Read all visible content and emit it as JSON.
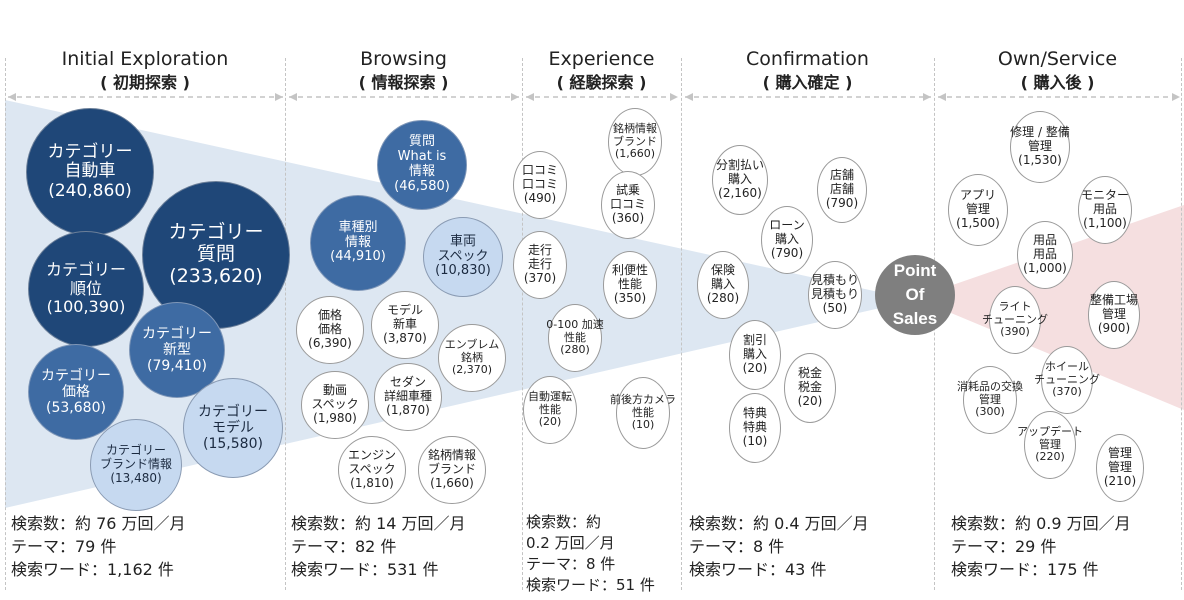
{
  "stages": [
    {
      "title": "Initial Exploration",
      "subtitle": "( 初期探索 )",
      "stats": [
        "検索数：約 76 万回／月",
        "テーマ：79 件",
        "検索ワード：1,162 件"
      ],
      "bubbles": [
        {
          "lines": [
            "カテゴリー",
            "自動車"
          ],
          "value": "(240,860)"
        },
        {
          "lines": [
            "カテゴリー",
            "質問"
          ],
          "value": "(233,620)"
        },
        {
          "lines": [
            "カテゴリー",
            "順位"
          ],
          "value": "(100,390)"
        },
        {
          "lines": [
            "カテゴリー",
            "新型"
          ],
          "value": "(79,410)"
        },
        {
          "lines": [
            "カテゴリー",
            "価格"
          ],
          "value": "(53,680)"
        },
        {
          "lines": [
            "カテゴリー",
            "モデル"
          ],
          "value": "(15,580)"
        },
        {
          "lines": [
            "カテゴリー",
            "ブランド情報"
          ],
          "value": "(13,480)"
        }
      ]
    },
    {
      "title": "Browsing",
      "subtitle": "( 情報探索 )",
      "stats": [
        "検索数：約 14 万回／月",
        "テーマ：82 件",
        "検索ワード：531 件"
      ],
      "bubbles": [
        {
          "lines": [
            "質問",
            "What is",
            "情報"
          ],
          "value": "(46,580)"
        },
        {
          "lines": [
            "車種別",
            "情報"
          ],
          "value": "(44,910)"
        },
        {
          "lines": [
            "車両",
            "スペック"
          ],
          "value": "(10,830)"
        },
        {
          "lines": [
            "価格",
            "価格"
          ],
          "value": "(6,390)"
        },
        {
          "lines": [
            "モデル",
            "新車"
          ],
          "value": "(3,870)"
        },
        {
          "lines": [
            "エンブレム",
            "銘柄"
          ],
          "value": "(2,370)"
        },
        {
          "lines": [
            "動画",
            "スペック"
          ],
          "value": "(1,980)"
        },
        {
          "lines": [
            "セダン",
            "詳細車種"
          ],
          "value": "(1,870)"
        },
        {
          "lines": [
            "エンジン",
            "スペック"
          ],
          "value": "(1,810)"
        },
        {
          "lines": [
            "銘柄情報",
            "ブランド"
          ],
          "value": "(1,660)"
        }
      ]
    },
    {
      "title": "Experience",
      "subtitle": "( 経験探索 )",
      "stats": [
        "検索数：約",
        "0.2 万回／月",
        "テーマ：8 件",
        "検索ワード：51 件"
      ],
      "bubbles": [
        {
          "lines": [
            "口コミ",
            "口コミ"
          ],
          "value": "(490)"
        },
        {
          "lines": [
            "銘柄情報",
            "ブランド"
          ],
          "value": "(1,660)"
        },
        {
          "lines": [
            "試乗",
            "口コミ"
          ],
          "value": "(360)"
        },
        {
          "lines": [
            "走行",
            "走行"
          ],
          "value": "(370)"
        },
        {
          "lines": [
            "利便性",
            "性能"
          ],
          "value": "(350)"
        },
        {
          "lines": [
            "0-100 加速",
            "性能"
          ],
          "value": "(280)"
        },
        {
          "lines": [
            "自動運転",
            "性能"
          ],
          "value": "(20)"
        },
        {
          "lines": [
            "前後方カメラ",
            "性能"
          ],
          "value": "(10)"
        }
      ]
    },
    {
      "title": "Confirmation",
      "subtitle": "( 購入確定 )",
      "stats": [
        "検索数：約 0.4 万回／月",
        "テーマ：8 件",
        "検索ワード：43 件"
      ],
      "bubbles": [
        {
          "lines": [
            "分割払い",
            "購入"
          ],
          "value": "(2,160)"
        },
        {
          "lines": [
            "店舗",
            "店舗"
          ],
          "value": "(790)"
        },
        {
          "lines": [
            "ローン",
            "購入"
          ],
          "value": "(790)"
        },
        {
          "lines": [
            "保険",
            "購入"
          ],
          "value": "(280)"
        },
        {
          "lines": [
            "見積もり",
            "見積もり"
          ],
          "value": "(50)"
        },
        {
          "lines": [
            "割引",
            "購入"
          ],
          "value": "(20)"
        },
        {
          "lines": [
            "税金",
            "税金"
          ],
          "value": "(20)"
        },
        {
          "lines": [
            "特典",
            "特典"
          ],
          "value": "(10)"
        }
      ]
    },
    {
      "title": "Own/Service",
      "subtitle": "( 購入後 )",
      "stats": [
        "検索数：約 0.9 万回／月",
        "テーマ：29 件",
        "検索ワード：175 件"
      ],
      "bubbles": [
        {
          "lines": [
            "修理 / 整備",
            "管理"
          ],
          "value": "(1,530)"
        },
        {
          "lines": [
            "アプリ",
            "管理"
          ],
          "value": "(1,500)"
        },
        {
          "lines": [
            "モニター",
            "用品"
          ],
          "value": "(1,100)"
        },
        {
          "lines": [
            "用品",
            "用品"
          ],
          "value": "(1,000)"
        },
        {
          "lines": [
            "ライト",
            "チューニング"
          ],
          "value": "(390)"
        },
        {
          "lines": [
            "整備工場",
            "管理"
          ],
          "value": "(900)"
        },
        {
          "lines": [
            "ホイール",
            "チューニング"
          ],
          "value": "(370)"
        },
        {
          "lines": [
            "消耗品の交換",
            "管理"
          ],
          "value": "(300)"
        },
        {
          "lines": [
            "アップデート",
            "管理"
          ],
          "value": "(220)"
        },
        {
          "lines": [
            "管理",
            "管理"
          ],
          "value": "(210)"
        }
      ]
    }
  ],
  "point_of_sales": [
    "Point",
    "Of",
    "Sales"
  ],
  "colors": {
    "dark": "#1f4778",
    "mid": "#3e6ba3",
    "light": "#c6d9f0",
    "pos": "#7f7f7f",
    "funnel": "#dde7f2",
    "after": "#f5dfe0"
  }
}
